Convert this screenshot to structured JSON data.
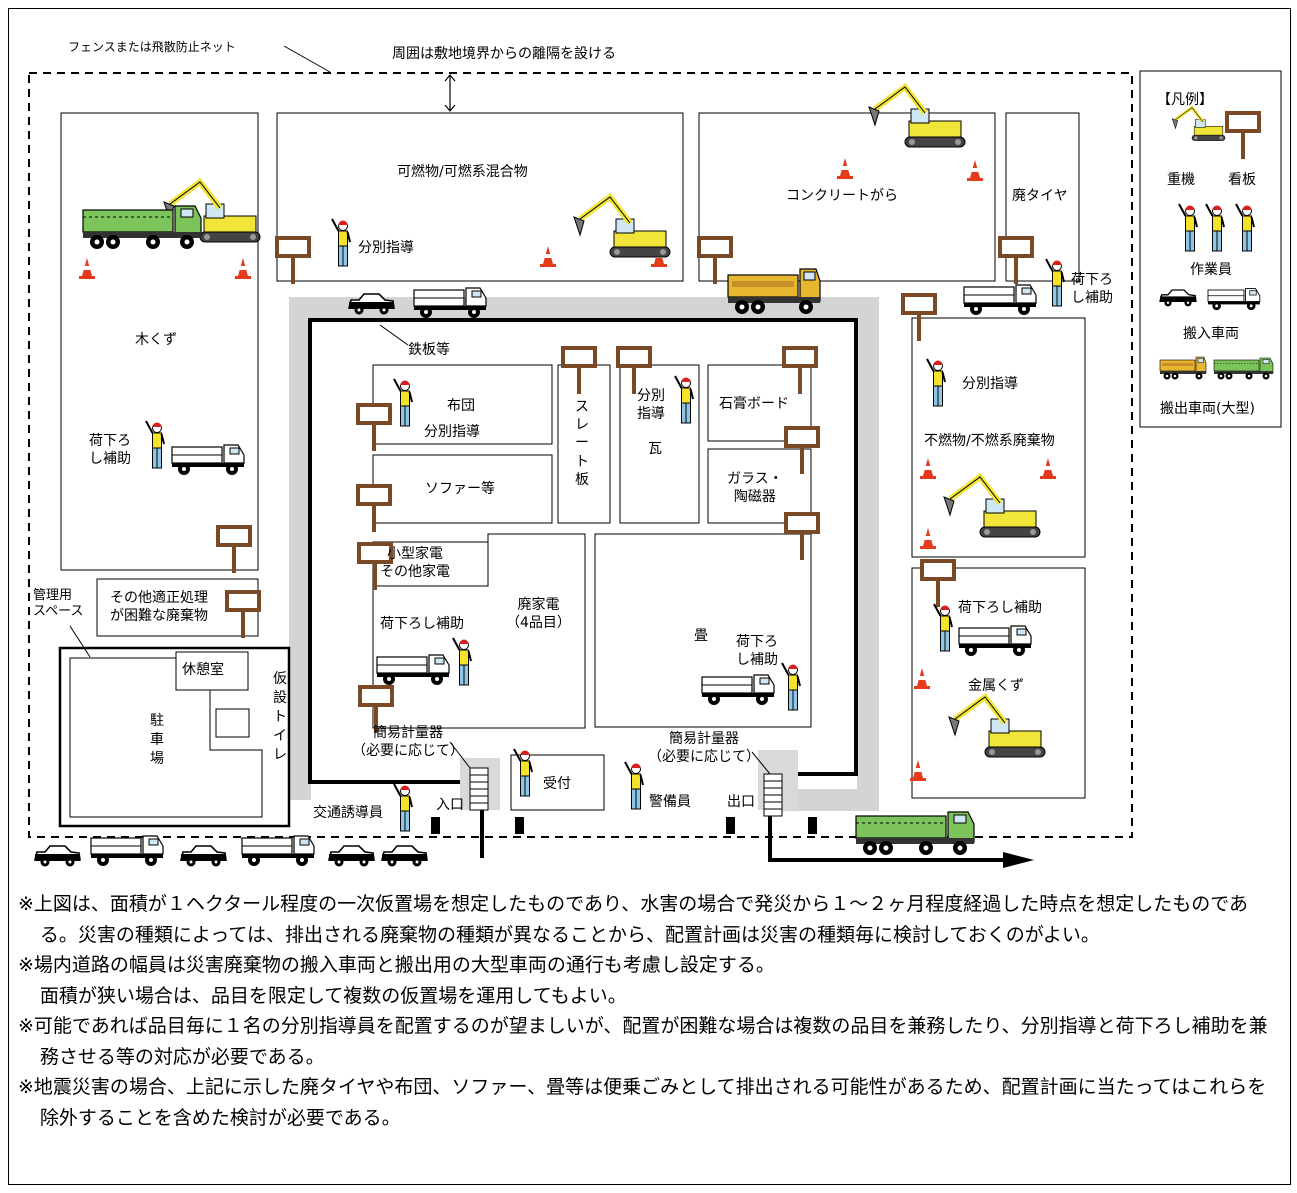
{
  "top": {
    "fence_label": "フェンスまたは飛散防止ネット",
    "setback_label": "周囲は敷地境界からの離隔を設ける"
  },
  "zones": {
    "wood": "木くず",
    "combustible": "可燃物/可燃系混合物",
    "concrete": "コンクリートがら",
    "tires": "廃タイヤ",
    "futon": "布団",
    "sofa": "ソファー等",
    "slate": "スレート板",
    "tile": "瓦",
    "gypsum": "石膏ボード",
    "glass_line1": "ガラス・",
    "glass_line2": "陶磁器",
    "small_appliance_line1": "小型家電",
    "small_appliance_line2": "その他家電",
    "appliance_line1": "廃家電",
    "appliance_line2": "（4品目）",
    "tatami": "畳",
    "noncombustible": "不燃物/不燃系廃棄物",
    "metal": "金属くず",
    "other_line1": "その他適正処理",
    "other_line2": "が困難な廃棄物",
    "rest_room": "休憩室",
    "parking": "駐車場",
    "toilet": "仮設トイレ",
    "mgmt_line1": "管理用",
    "mgmt_line2": "スペース",
    "reception": "受付"
  },
  "roles": {
    "sorting": "分別指導",
    "sorting_line1": "分別",
    "sorting_line2": "指導",
    "unload": "荷下ろし補助",
    "unload_line1": "荷下ろ",
    "unload_line2": "し補助",
    "steel_plate": "鉄板等",
    "scale_line1": "簡易計量器",
    "scale_line2": "（必要に応じて）",
    "traffic_guide": "交通誘導員",
    "guard": "警備員",
    "entrance": "入口",
    "exit": "出口"
  },
  "legend": {
    "title": "【凡例】",
    "heavy_machine": "重機",
    "sign": "看板",
    "worker": "作業員",
    "incoming_vehicle": "搬入車両",
    "outgoing_vehicle": "搬出車両(大型)"
  },
  "notes": [
    [
      "※上図は、面積が１ヘクタール程度の一次仮置場を想定したものであり、水害の場合で発災から１～２ヶ月程度経過した時点を想定したものである。災害の種類によっては、排出される廃棄物の種類が異なることから、配置計画は災害の種類毎に検討しておくのがよい。"
    ],
    [
      "※場内道路の幅員は災害廃棄物の搬入車両と搬出用の大型車両の通行も考慮し設定する。",
      "面積が狭い場合は、品目を限定して複数の仮置場を運用してもよい。"
    ],
    [
      "※可能であれば品目毎に１名の分別指導員を配置するのが望ましいが、配置が困難な場合は複数の品目を兼務したり、分別指導と荷下ろし補助を兼務させる等の対応が必要である。"
    ],
    [
      "※地震災害の場合、上記に示した廃タイヤや布団、ソファー、畳等は便乗ごみとして排出される可能性があるため、配置計画に当たってはこれらを除外することを含めた検討が必要である。"
    ]
  ]
}
